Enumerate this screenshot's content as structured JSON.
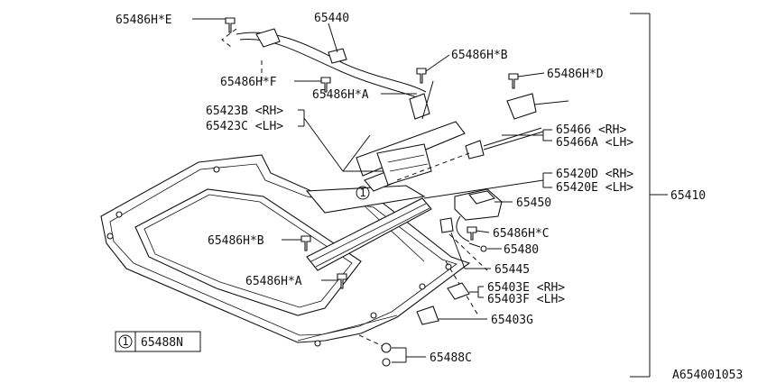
{
  "diagram_id": "A654001053",
  "callouts": {
    "c65486HE": "65486H*E",
    "c65440": "65440",
    "c65486HB_top": "65486H*B",
    "c65486HD": "65486H*D",
    "c65486HF": "65486H*F",
    "c65486HA_top": "65486H*A",
    "c65423B": "65423B <RH>",
    "c65423C": "65423C <LH>",
    "c65466": "65466  <RH>",
    "c65466A": "65466A <LH>",
    "c65420D": "65420D <RH>",
    "c65420E": "65420E <LH>",
    "c65410": "65410",
    "c65450": "65450",
    "c65486HC": "65486H*C",
    "c65480": "65480",
    "c65486HB_bot": "65486H*B",
    "c65445": "65445",
    "c65486HA_bot": "65486H*A",
    "c65403E": "65403E <RH>",
    "c65403F": "65403F <LH>",
    "c65403G": "65403G",
    "c65488C": "65488C"
  },
  "legend": {
    "marker": "1",
    "part": "65488N"
  },
  "marker_label": "1"
}
